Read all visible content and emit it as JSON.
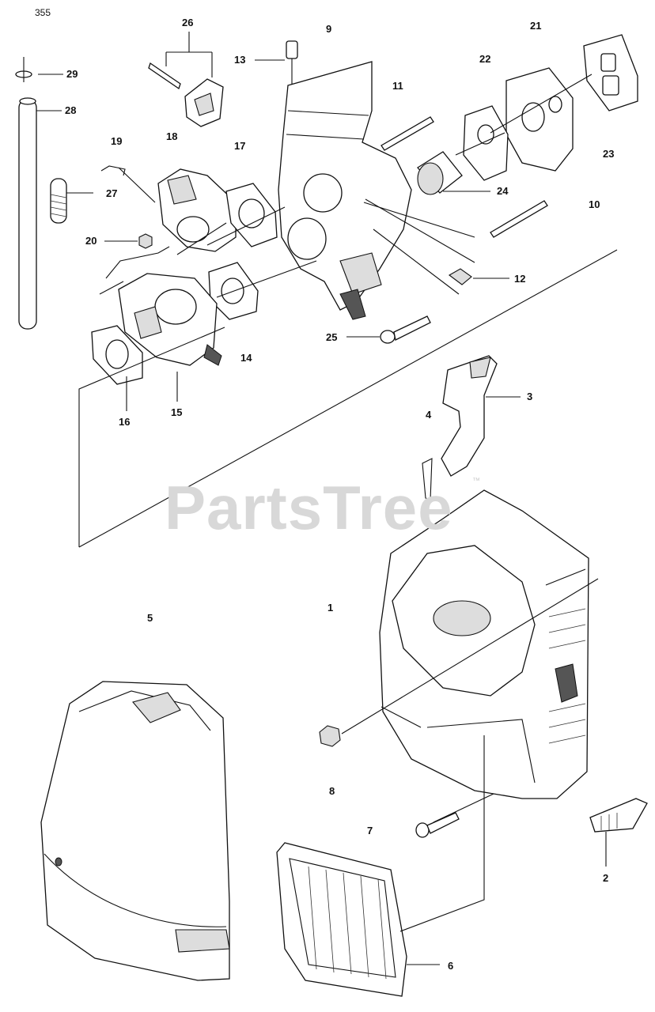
{
  "diagram_ref": "355",
  "watermark": {
    "brand": "PartsTree",
    "trademark": "™"
  },
  "callouts": [
    {
      "id": "c29",
      "number": "29"
    },
    {
      "id": "c28",
      "number": "28"
    },
    {
      "id": "c26",
      "number": "26"
    },
    {
      "id": "c18",
      "number": "18"
    },
    {
      "id": "c19",
      "number": "19"
    },
    {
      "id": "c27",
      "number": "27"
    },
    {
      "id": "c20",
      "number": "20"
    },
    {
      "id": "c13",
      "number": "13"
    },
    {
      "id": "c9",
      "number": "9"
    },
    {
      "id": "c11",
      "number": "11"
    },
    {
      "id": "c17",
      "number": "17"
    },
    {
      "id": "c21",
      "number": "21"
    },
    {
      "id": "c22",
      "number": "22"
    },
    {
      "id": "c23",
      "number": "23"
    },
    {
      "id": "c24",
      "number": "24"
    },
    {
      "id": "c10",
      "number": "10"
    },
    {
      "id": "c12",
      "number": "12"
    },
    {
      "id": "c25",
      "number": "25"
    },
    {
      "id": "c14",
      "number": "14"
    },
    {
      "id": "c16",
      "number": "16"
    },
    {
      "id": "c15",
      "number": "15"
    },
    {
      "id": "c3",
      "number": "3"
    },
    {
      "id": "c4",
      "number": "4"
    },
    {
      "id": "c1",
      "number": "1"
    },
    {
      "id": "c5",
      "number": "5"
    },
    {
      "id": "c8",
      "number": "8"
    },
    {
      "id": "c7",
      "number": "7"
    },
    {
      "id": "c2",
      "number": "2"
    },
    {
      "id": "c6",
      "number": "6"
    }
  ]
}
